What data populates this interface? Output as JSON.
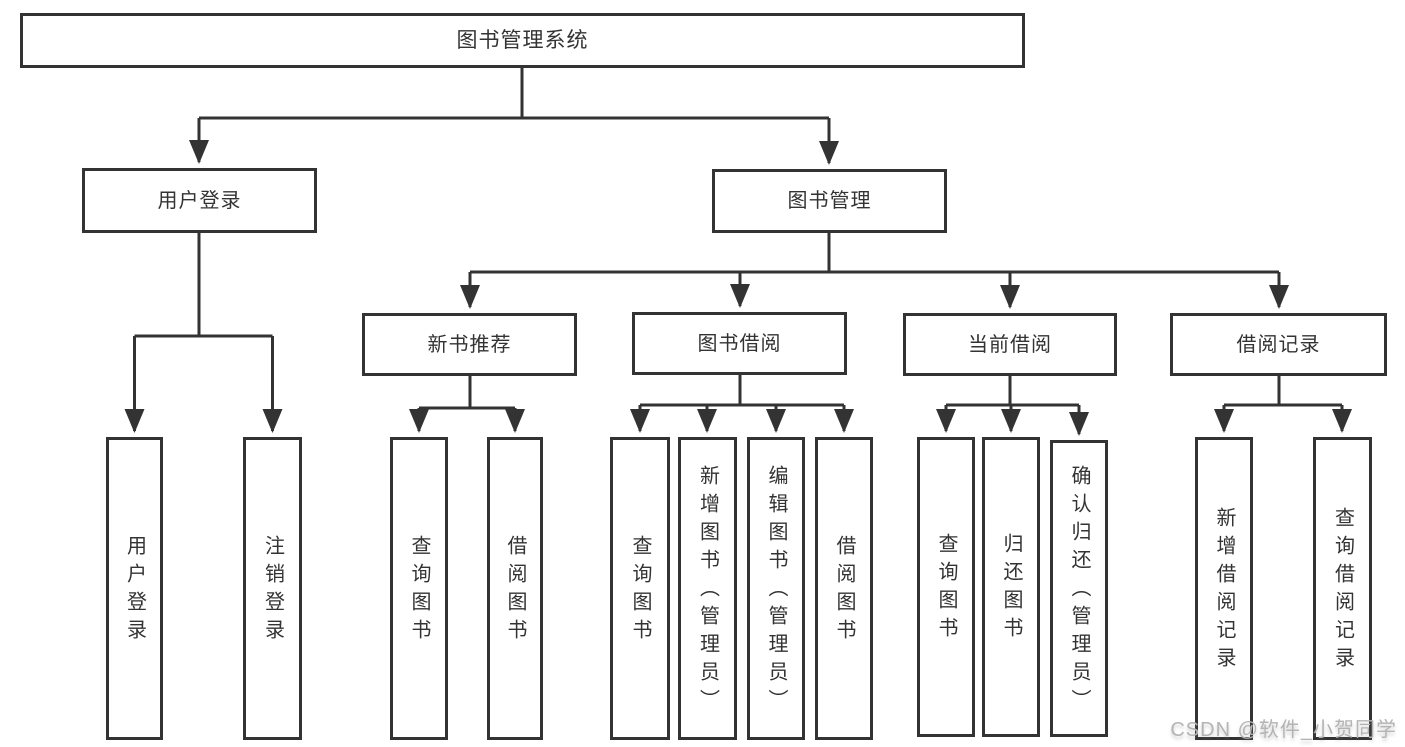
{
  "diagram": {
    "type": "hierarchy-tree",
    "colors": {
      "line": "#333333",
      "box_border": "#333333",
      "text": "#333333",
      "background": "#ffffff",
      "watermark_text": "#b4b4b4"
    }
  },
  "tree": {
    "label": "图书管理系统",
    "children": [
      {
        "label": "用户登录",
        "children": [
          {
            "label": "用户登录"
          },
          {
            "label": "注销登录"
          }
        ]
      },
      {
        "label": "图书管理",
        "children": [
          {
            "label": "新书推荐",
            "children": [
              {
                "label": "查询图书"
              },
              {
                "label": "借阅图书"
              }
            ]
          },
          {
            "label": "图书借阅",
            "children": [
              {
                "label": "查询图书"
              },
              {
                "label": "新增图书（管理员）"
              },
              {
                "label": "编辑图书（管理员）"
              },
              {
                "label": "借阅图书"
              }
            ]
          },
          {
            "label": "当前借阅",
            "children": [
              {
                "label": "查询图书"
              },
              {
                "label": "归还图书"
              },
              {
                "label": "确认归还（管理员）"
              }
            ]
          },
          {
            "label": "借阅记录",
            "children": [
              {
                "label": "新增借阅记录"
              },
              {
                "label": "查询借阅记录"
              }
            ]
          }
        ]
      }
    ]
  },
  "watermark": {
    "text": "CSDN @软件_小贺同学"
  }
}
